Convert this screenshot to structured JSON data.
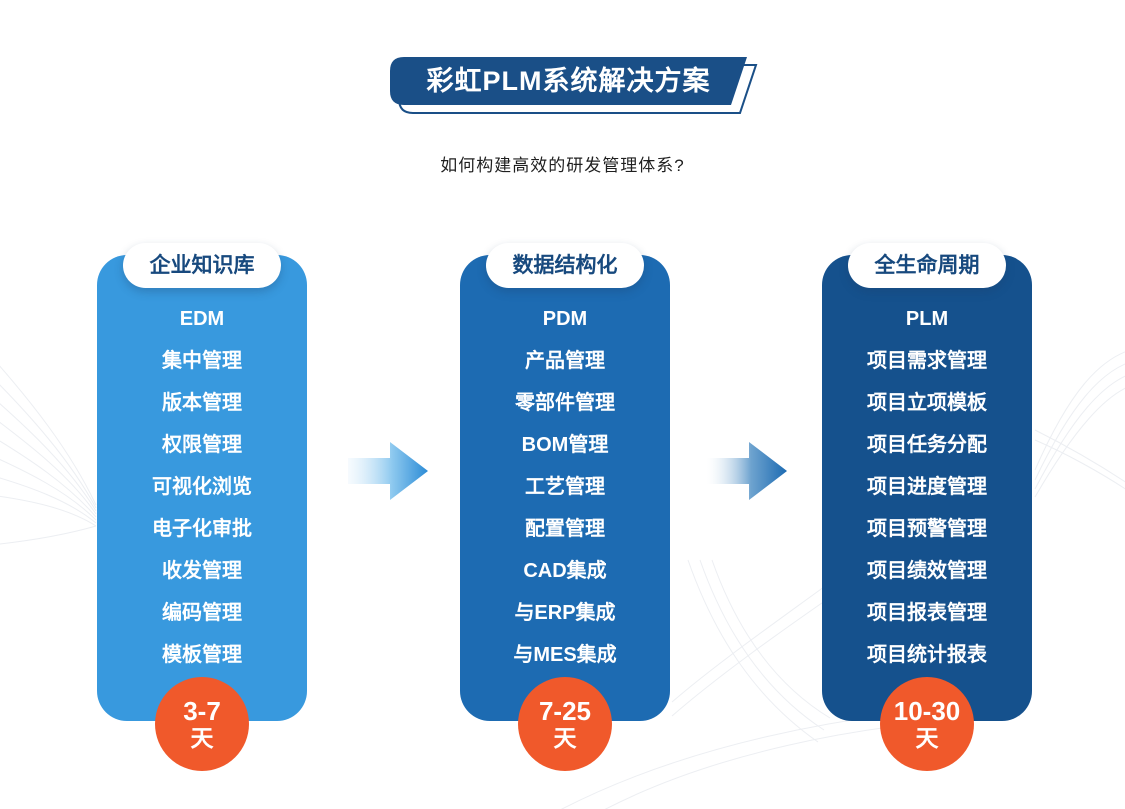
{
  "banner": {
    "title": "彩虹PLM系统解决方案"
  },
  "subtitle": "如何构建高效的研发管理体系?",
  "accent_colors": {
    "banner_blue": "#1A4F87",
    "column1_blue": "#3899DE",
    "column2_blue": "#1D6BB2",
    "column3_blue": "#15518D",
    "pill_text_blue": "#17497E",
    "duration_orange": "#F0592B"
  },
  "columns": [
    {
      "header": "企业知识库",
      "color": "#3899DE",
      "items": [
        "EDM",
        "集中管理",
        "版本管理",
        "权限管理",
        "可视化浏览",
        "电子化审批",
        "收发管理",
        "编码管理",
        "模板管理"
      ],
      "duration": {
        "range": "3-7",
        "unit": "天"
      }
    },
    {
      "header": "数据结构化",
      "color": "#1D6BB2",
      "items": [
        "PDM",
        "产品管理",
        "零部件管理",
        "BOM管理",
        "工艺管理",
        "配置管理",
        "CAD集成",
        "与ERP集成",
        "与MES集成"
      ],
      "duration": {
        "range": "7-25",
        "unit": "天"
      }
    },
    {
      "header": "全生命周期",
      "color": "#15518D",
      "items": [
        "PLM",
        "项目需求管理",
        "项目立项模板",
        "项目任务分配",
        "项目进度管理",
        "项目预警管理",
        "项目绩效管理",
        "项目报表管理",
        "项目统计报表"
      ],
      "duration": {
        "range": "10-30",
        "unit": "天"
      }
    }
  ]
}
